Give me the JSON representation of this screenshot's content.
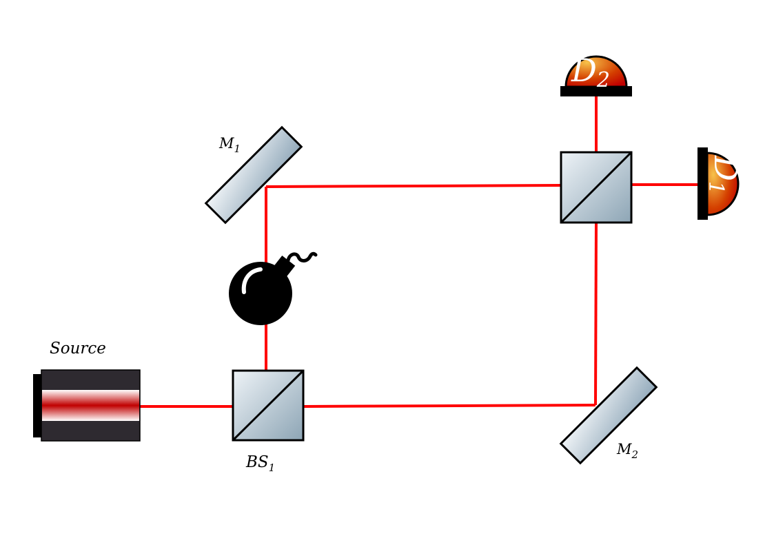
{
  "labels": {
    "source": "Source",
    "bs1_main": "BS",
    "bs1_sub": "1",
    "m1_main": "M",
    "m1_sub": "1",
    "m2_main": "M",
    "m2_sub": "2",
    "d1_main": "D",
    "d1_sub": "1",
    "d2_main": "D",
    "d2_sub": "2"
  },
  "colors": {
    "beam": "#ff0000",
    "optic_light": "#e9eff4",
    "optic_dark": "#8ea6b6",
    "source_body": "#2e2a30",
    "detector_light": "#f6b640",
    "detector_dark": "#c40000"
  },
  "icons": [
    "bomb-icon"
  ]
}
